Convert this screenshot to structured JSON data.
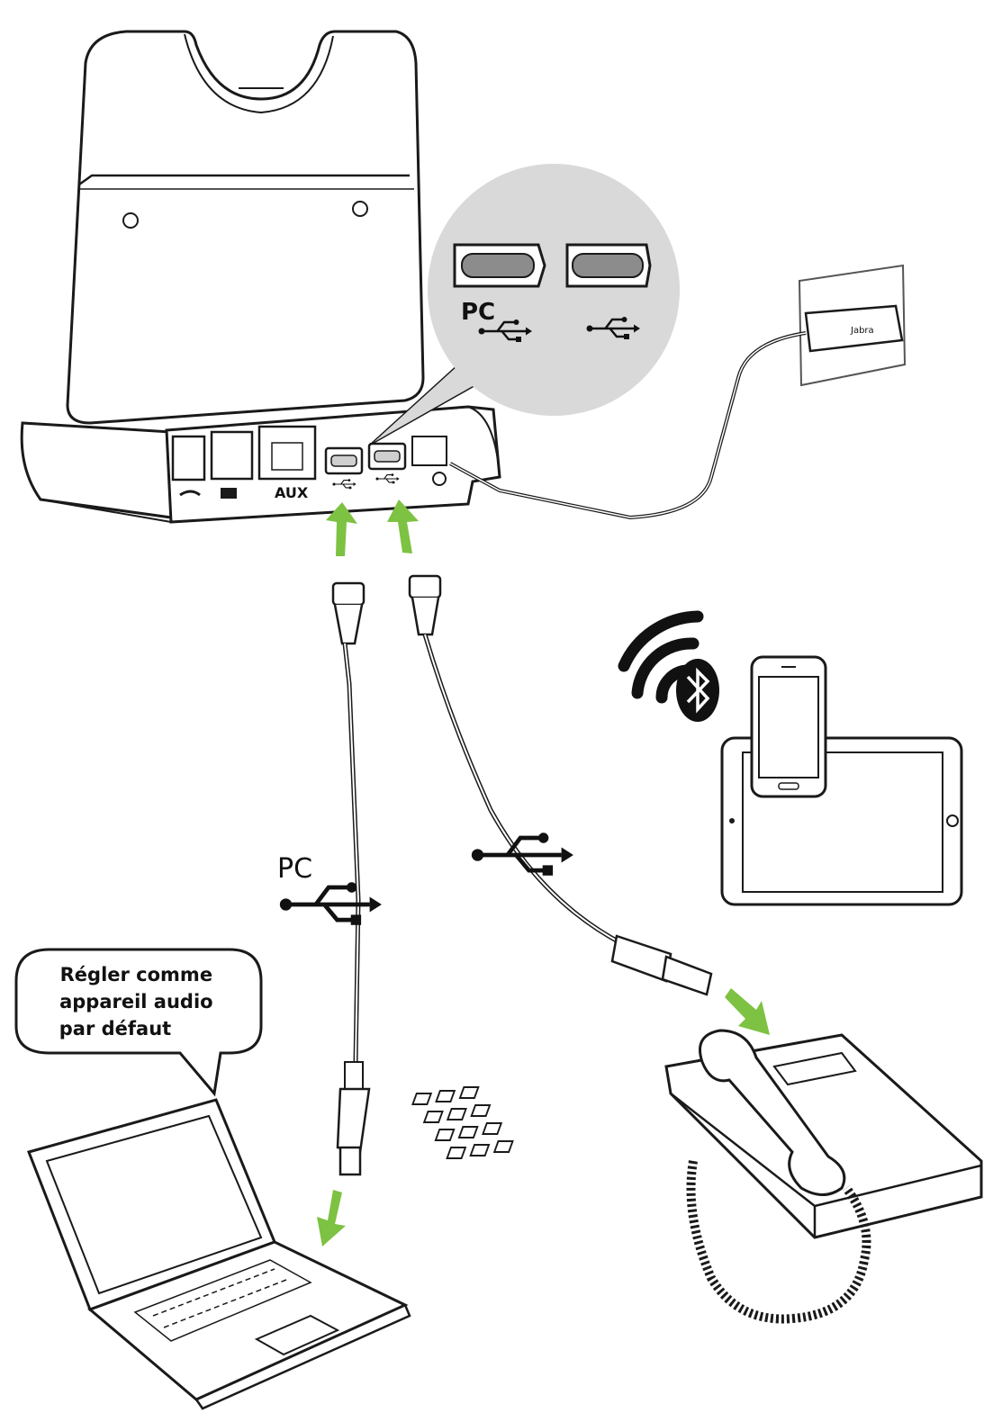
{
  "base": {
    "port_labels": [
      "AUX"
    ],
    "callout_pc_label": "PC"
  },
  "cables": {
    "pc_label": "PC"
  },
  "laptop": {
    "bubble_lines": [
      "Régler comme",
      "appareil audio",
      "par défaut"
    ]
  },
  "icons": [
    "headset-base",
    "usb-symbol",
    "bluetooth-icon",
    "wifi-waves-icon",
    "smartphone",
    "tablet",
    "desk-phone",
    "laptop",
    "wall-charger",
    "green-arrow"
  ],
  "colors": {
    "arrow_green": "#7dc242",
    "callout_gray": "#d9d9d9",
    "line": "#1a1a1a"
  }
}
